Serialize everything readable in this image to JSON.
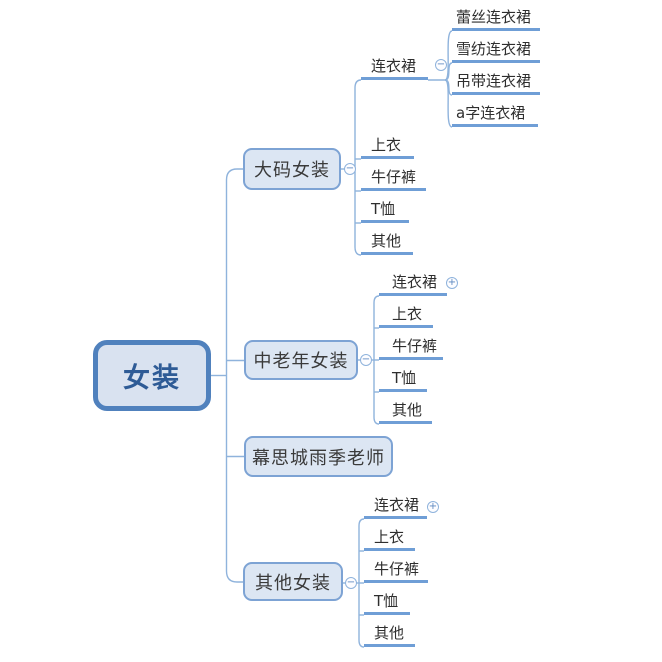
{
  "diagram": {
    "type": "mindmap",
    "colors": {
      "node_fill": "#dce6f3",
      "node_border": "#7da3d4",
      "root_border": "#5081bd",
      "root_text": "#2e5b96",
      "line": "#8fb3dc",
      "underline": "#6f9ed6",
      "leaf_text": "#2e2e2e"
    },
    "icons": {
      "collapse_glyph": "−",
      "expand_glyph": "+"
    },
    "root": {
      "label": "女装"
    },
    "branches": [
      {
        "label": "大码女装",
        "toggle": "collapse",
        "children": [
          {
            "label": "连衣裙",
            "toggle": "collapse",
            "children": [
              {
                "label": "蕾丝连衣裙"
              },
              {
                "label": "雪纺连衣裙"
              },
              {
                "label": "吊带连衣裙"
              },
              {
                "label": "a字连衣裙"
              }
            ]
          },
          {
            "label": "上衣"
          },
          {
            "label": "牛仔裤"
          },
          {
            "label": "T恤"
          },
          {
            "label": "其他"
          }
        ]
      },
      {
        "label": "中老年女装",
        "toggle": "collapse",
        "children": [
          {
            "label": "连衣裙",
            "toggle": "expand"
          },
          {
            "label": "上衣"
          },
          {
            "label": "牛仔裤"
          },
          {
            "label": "T恤"
          },
          {
            "label": "其他"
          }
        ]
      },
      {
        "label": "幕思城雨季老师"
      },
      {
        "label": "其他女装",
        "toggle": "collapse",
        "children": [
          {
            "label": "连衣裙",
            "toggle": "expand"
          },
          {
            "label": "上衣"
          },
          {
            "label": "牛仔裤"
          },
          {
            "label": "T恤"
          },
          {
            "label": "其他"
          }
        ]
      }
    ]
  }
}
